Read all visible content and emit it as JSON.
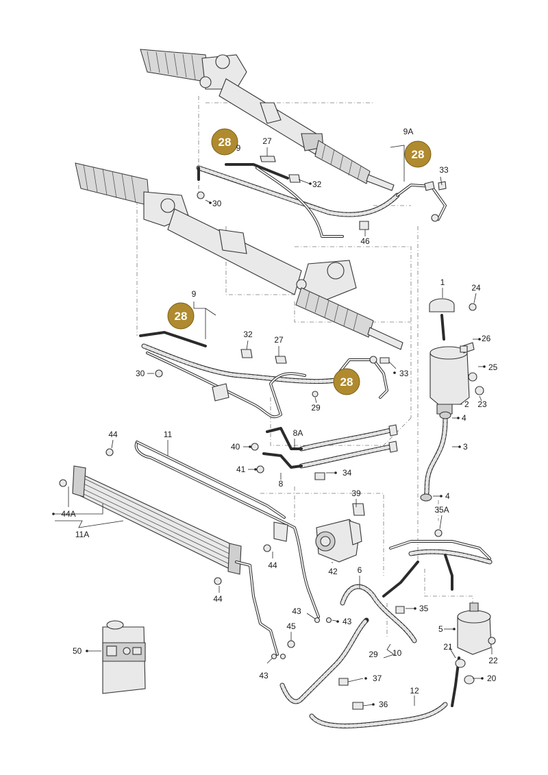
{
  "colors": {
    "badge": "#b08a2e",
    "line": "#2b2b2b",
    "part_fill": "#e9e9e9"
  },
  "badges": [
    {
      "id": "b1",
      "text": "28"
    },
    {
      "id": "b2",
      "text": "28"
    },
    {
      "id": "b3",
      "text": "28"
    },
    {
      "id": "b4",
      "text": "28"
    }
  ],
  "labels": {
    "l1": "1",
    "l2": "2",
    "l3": "3",
    "l4a": "4",
    "l4b": "4",
    "l5": "5",
    "l6": "6",
    "l8": "8",
    "l8A": "8A",
    "l9": "9",
    "l9top": "9",
    "l9A": "9A",
    "l10": "10",
    "l11": "11",
    "l11A": "11A",
    "l12": "12",
    "l20": "20",
    "l21": "21",
    "l22": "22",
    "l23": "23",
    "l24": "24",
    "l25": "25",
    "l26": "26",
    "l27a": "27",
    "l27b": "27",
    "l29a": "29",
    "l29b": "29",
    "l30a": "30",
    "l30b": "30",
    "l32a": "32",
    "l32b": "32",
    "l33a": "33",
    "l33b": "33",
    "l34": "34",
    "l35": "35",
    "l35A": "35A",
    "l36": "36",
    "l37": "37",
    "l39": "39",
    "l40": "40",
    "l41": "41",
    "l42": "42",
    "l43a": "43",
    "l43b": "43",
    "l43c": "43",
    "l44a": "44",
    "l44b": "44",
    "l44c": "44",
    "l44A": "44A",
    "l45": "45",
    "l46": "46",
    "l50": "50"
  }
}
